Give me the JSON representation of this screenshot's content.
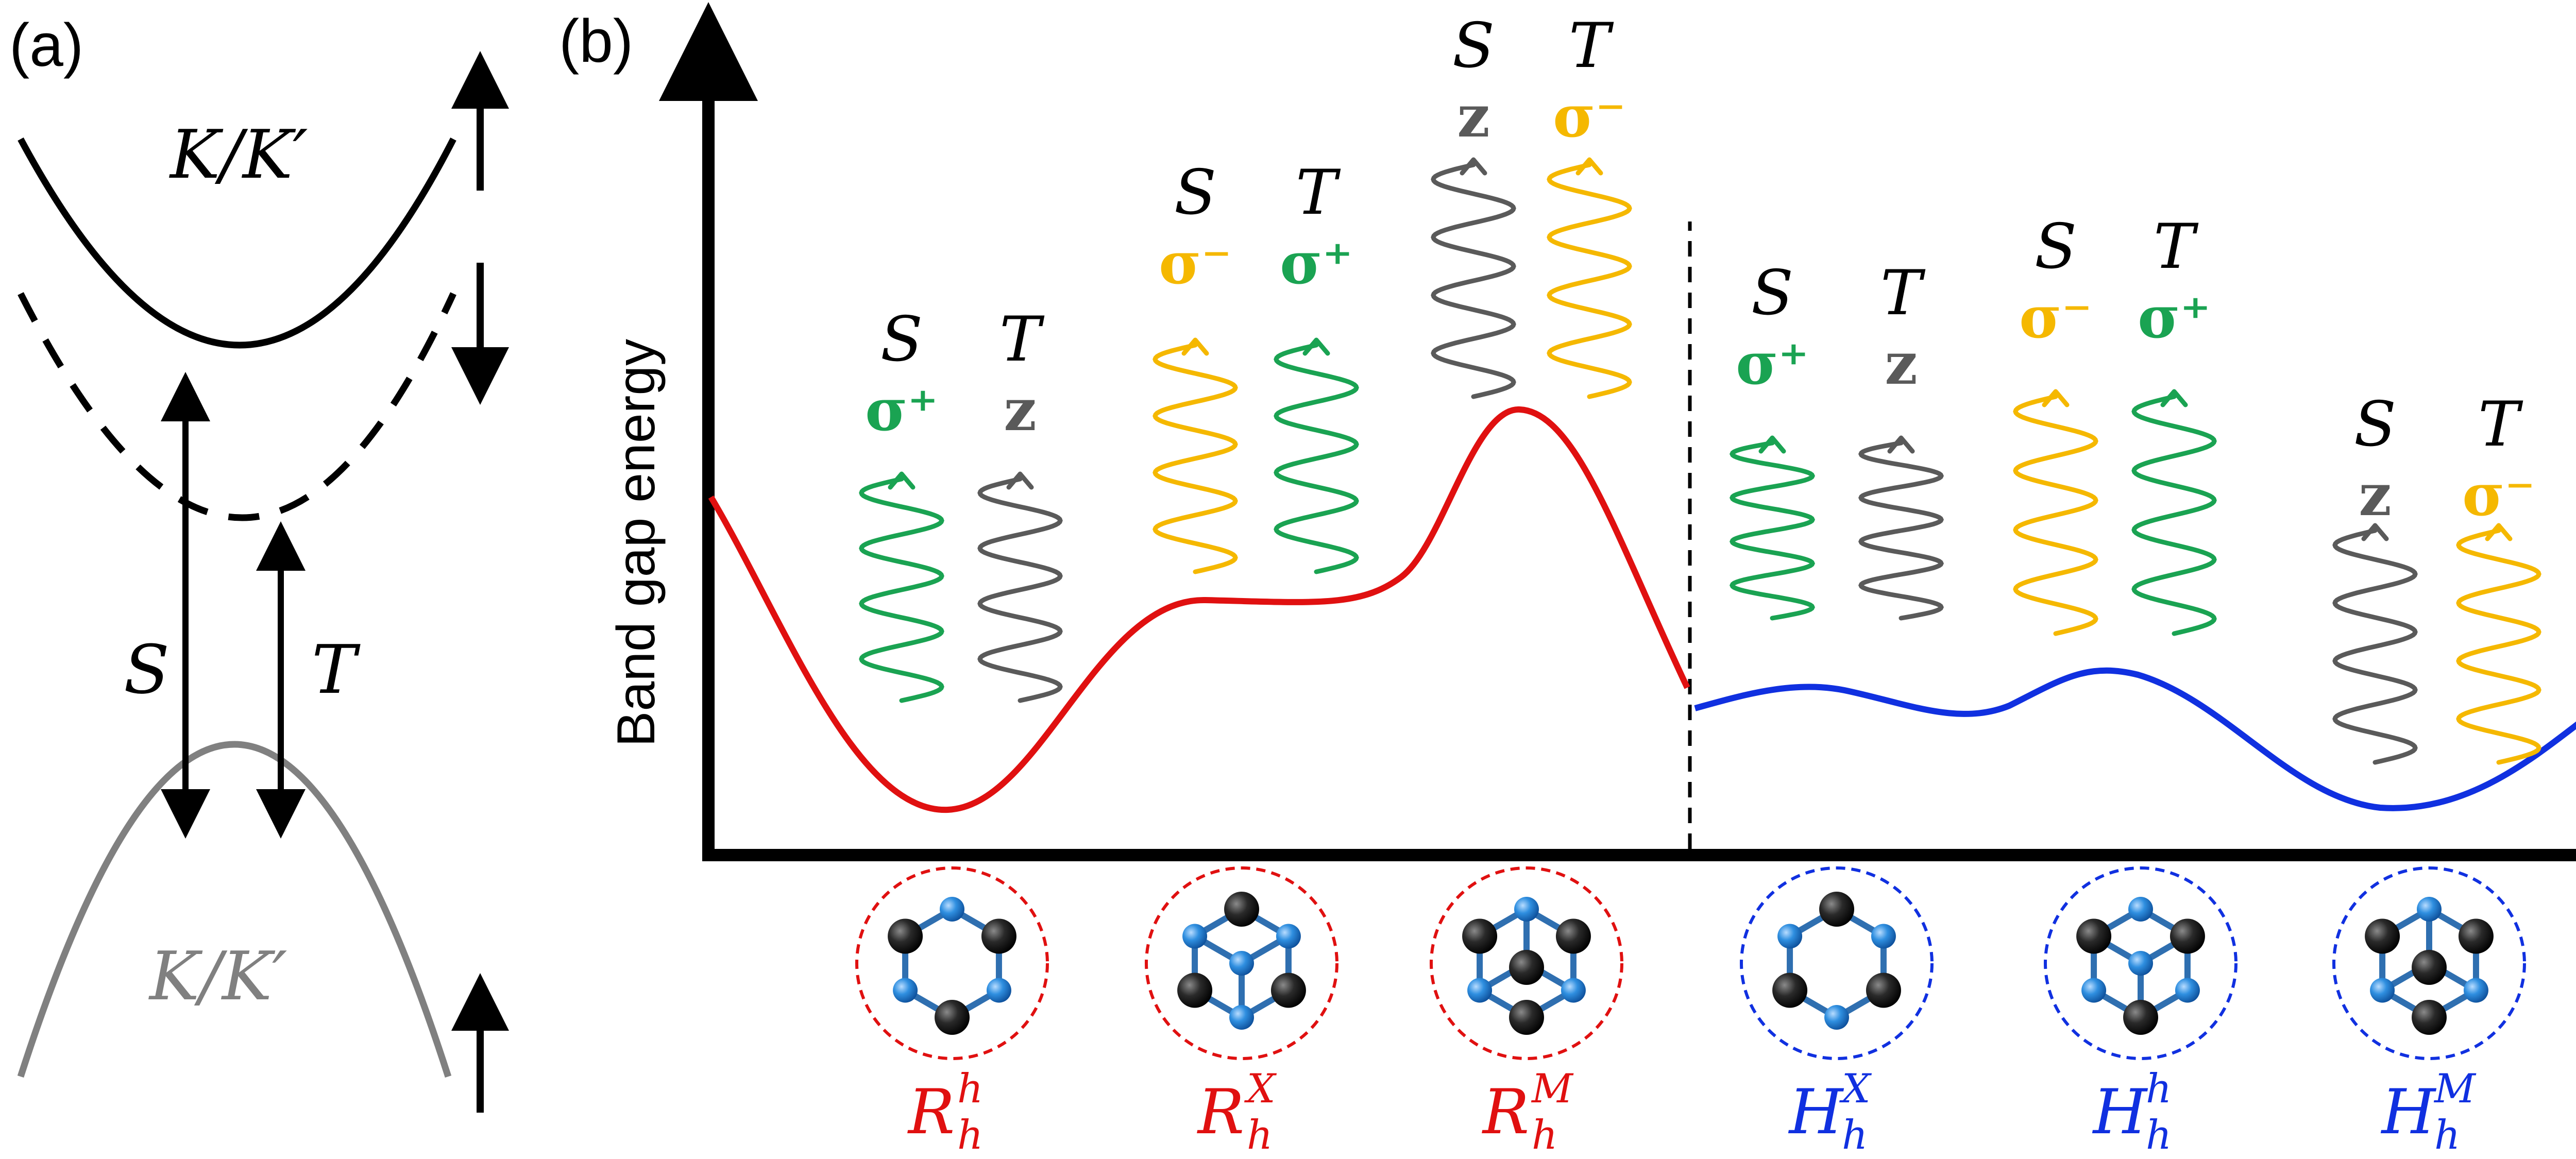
{
  "panels": {
    "a": {
      "label": "(a)",
      "upper_band_label": "K/K′",
      "lower_band_label": "K/K′",
      "transition_s": "S",
      "transition_t": "T"
    },
    "b": {
      "label": "(b)",
      "y_axis_label": "Band gap energy",
      "groups": [
        {
          "s": "S",
          "t": "T",
          "s_pol": "σ⁺",
          "t_pol": "z",
          "s_color": "#1aa352",
          "t_color": "#5a5a5a"
        },
        {
          "s": "S",
          "t": "T",
          "s_pol": "σ⁻",
          "t_pol": "σ⁺",
          "s_color": "#f5b800",
          "t_color": "#1aa352"
        },
        {
          "s": "S",
          "t": "T",
          "s_pol": "z",
          "t_pol": "σ⁻",
          "s_color": "#5a5a5a",
          "t_color": "#f5b800"
        },
        {
          "s": "S",
          "t": "T",
          "s_pol": "σ⁺",
          "t_pol": "z",
          "s_color": "#1aa352",
          "t_color": "#5a5a5a"
        },
        {
          "s": "S",
          "t": "T",
          "s_pol": "σ⁻",
          "t_pol": "σ⁺",
          "s_color": "#f5b800",
          "t_color": "#1aa352"
        },
        {
          "s": "S",
          "t": "T",
          "s_pol": "z",
          "t_pol": "σ⁻",
          "s_color": "#5a5a5a",
          "t_color": "#f5b800"
        }
      ],
      "stackings": [
        {
          "base": "R",
          "sup": "h",
          "sub": "h",
          "color": "#e01010"
        },
        {
          "base": "R",
          "sup": "X",
          "sub": "h",
          "color": "#e01010"
        },
        {
          "base": "R",
          "sup": "M",
          "sub": "h",
          "color": "#e01010"
        },
        {
          "base": "H",
          "sup": "X",
          "sub": "h",
          "color": "#1030e0"
        },
        {
          "base": "H",
          "sup": "h",
          "sub": "h",
          "color": "#1030e0"
        },
        {
          "base": "H",
          "sup": "M",
          "sub": "h",
          "color": "#1030e0"
        }
      ],
      "colors": {
        "r_curve": "#e01010",
        "h_curve": "#1030e0",
        "sigma_plus": "#1aa352",
        "sigma_minus": "#f5b800",
        "z": "#5a5a5a",
        "metal_atom": "#2a2a2a",
        "chalcogen_atom": "#2f8fe0"
      }
    }
  }
}
